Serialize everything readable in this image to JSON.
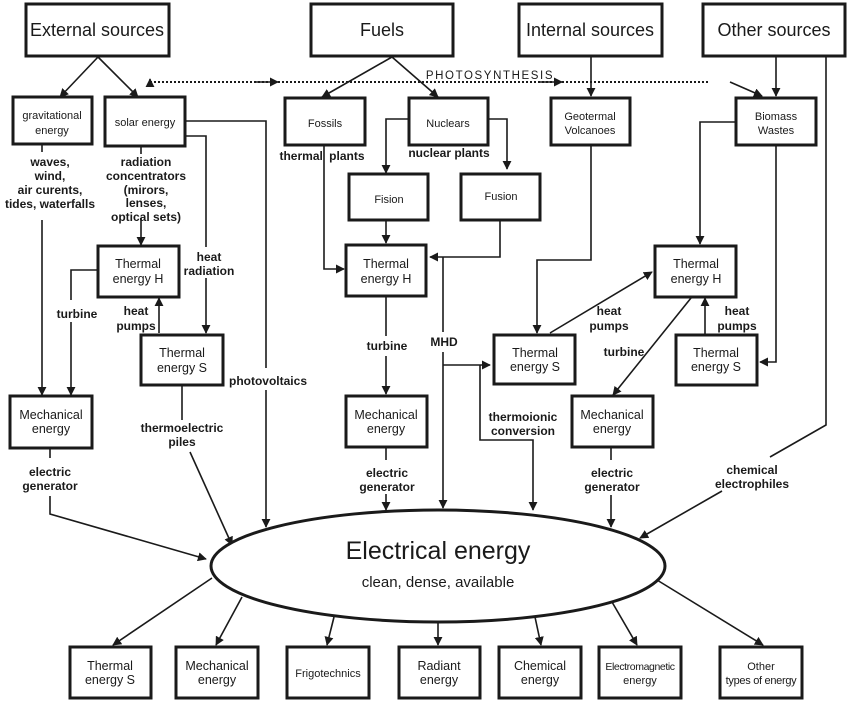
{
  "diagram": {
    "sources": {
      "external": "External sources",
      "fuels": "Fuels",
      "internal": "Internal sources",
      "other": "Other sources"
    },
    "nodes": {
      "gravitational": [
        "gravitational",
        "energy"
      ],
      "solar": "solar energy",
      "fossils": "Fossils",
      "nuclears": "Nuclears",
      "geotermal": [
        "Geotermal",
        "Volcanoes"
      ],
      "biomass": [
        "Biomass",
        "Wastes"
      ],
      "fision": "Fision",
      "fusion": "Fusion",
      "thermal_h_left": [
        "Thermal",
        "energy H"
      ],
      "thermal_s_left": [
        "Thermal",
        "energy S"
      ],
      "mechanical_left": [
        "Mechanical",
        "energy"
      ],
      "thermal_h_mid": [
        "Thermal",
        "energy H"
      ],
      "mechanical_mid": [
        "Mechanical",
        "energy"
      ],
      "thermal_s_mid": [
        "Thermal",
        "energy S"
      ],
      "thermal_h_right": [
        "Thermal",
        "energy H"
      ],
      "thermal_s_right": [
        "Thermal",
        "energy S"
      ],
      "mechanical_right": [
        "Mechanical",
        "energy"
      ]
    },
    "center": {
      "title": "Electrical energy",
      "subtitle": "clean, dense, available"
    },
    "outputs": [
      [
        "Thermal",
        "energy S"
      ],
      [
        "Mechanical",
        "energy"
      ],
      [
        "Frigotechnics"
      ],
      [
        "Radiant",
        "energy"
      ],
      [
        "Chemical",
        "energy"
      ],
      [
        "Electromagnetic",
        "energy"
      ],
      [
        "Other",
        "types of energy"
      ]
    ],
    "labels": {
      "photosynthesis": "PHOTOSYNTHESIS",
      "waves": [
        "waves,",
        "wind,",
        "air curents,",
        "tides, waterfalls"
      ],
      "radiation": [
        "radiation",
        "concentrators",
        "(mirors,",
        "lenses,",
        "optical sets)"
      ],
      "heat_radiation": [
        "heat",
        "radiation"
      ],
      "turbine_left": "turbine",
      "heat_pumps_left": [
        "heat",
        "pumps"
      ],
      "photovoltaics": "photovoltaics",
      "thermoelectric": [
        "thermoelectric",
        "piles"
      ],
      "electric_generator_left": [
        "electric",
        "generator"
      ],
      "thermal_plants": "thermal  plants",
      "nuclear_plants": "nuclear plants",
      "turbine_mid": "turbine",
      "mhd": "MHD",
      "thermoionic": [
        "thermoionic",
        "conversion"
      ],
      "electric_generator_mid": [
        "electric",
        "generator"
      ],
      "heat_pumps_mid": [
        "heat",
        "pumps"
      ],
      "turbine_right": "turbine",
      "heat_pumps_right": [
        "heat",
        "pumps"
      ],
      "electric_generator_right": [
        "electric",
        "generator"
      ],
      "chemical": [
        "chemical",
        "electrophiles"
      ]
    }
  }
}
